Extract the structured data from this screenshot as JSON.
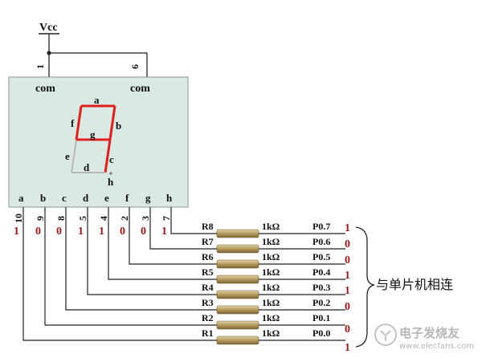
{
  "power": {
    "vcc": "Vcc"
  },
  "module": {
    "com_left": "com",
    "com_right": "com",
    "top_pins": [
      "1",
      "6"
    ],
    "segment_letters": {
      "a": "a",
      "b": "b",
      "c": "c",
      "d": "d",
      "e": "e",
      "f": "f",
      "g": "g",
      "h": "h"
    },
    "bottom_labels": [
      "a",
      "b",
      "c",
      "d",
      "e",
      "f",
      "g",
      "h"
    ],
    "pin_numbers": [
      "10",
      "9",
      "8",
      "5",
      "4",
      "2",
      "3",
      "7"
    ],
    "bit_values": [
      "1",
      "0",
      "0",
      "1",
      "1",
      "0",
      "0",
      "1"
    ]
  },
  "resistors": {
    "names": [
      "R8",
      "R7",
      "R6",
      "R5",
      "R4",
      "R3",
      "R2",
      "R1"
    ],
    "value": "1kΩ",
    "ports": [
      "P0.7",
      "P0.6",
      "P0.5",
      "P0.4",
      "P0.3",
      "P0.2",
      "P0.1",
      "P0.0"
    ],
    "port_values": [
      "1",
      "0",
      "0",
      "1",
      "1",
      "0",
      "0",
      "1"
    ]
  },
  "annotation": "与单片机相连",
  "watermark": {
    "line1": "电子发烧友",
    "line2": "www.elecfans.com"
  },
  "colors": {
    "segment_on": "#e02020",
    "segment_off": "#b8b8b8",
    "module_fill": "#dbe9e3",
    "bit_text": "#9b1c1c",
    "resistor": "#b59a5e"
  }
}
